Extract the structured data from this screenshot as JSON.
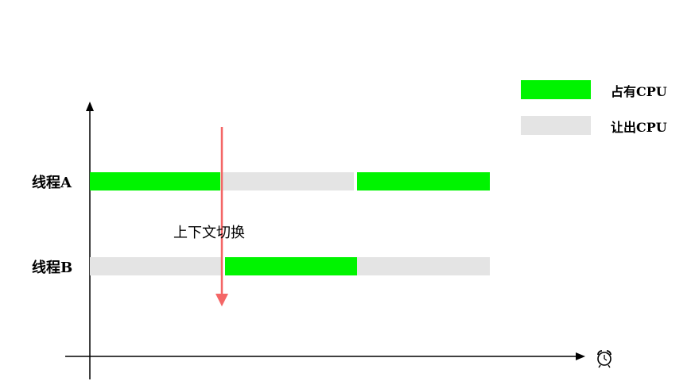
{
  "colors": {
    "occupy": "#00f400",
    "yield": "#e4e4e4",
    "switch_arrow": "#f46666",
    "axis": "#000000"
  },
  "legend": {
    "items": [
      {
        "label": "占有CPU",
        "color": "#00f400"
      },
      {
        "label": "让出CPU",
        "color": "#e4e4e4"
      }
    ]
  },
  "threads": [
    {
      "label": "线程A",
      "segments": [
        "occupy",
        "yield",
        "occupy"
      ]
    },
    {
      "label": "线程B",
      "segments": [
        "yield",
        "occupy",
        "yield"
      ]
    }
  ],
  "annotation": {
    "switch_label": "上下文切换"
  },
  "icons": {
    "time_axis_end": "alarm-clock-icon"
  }
}
